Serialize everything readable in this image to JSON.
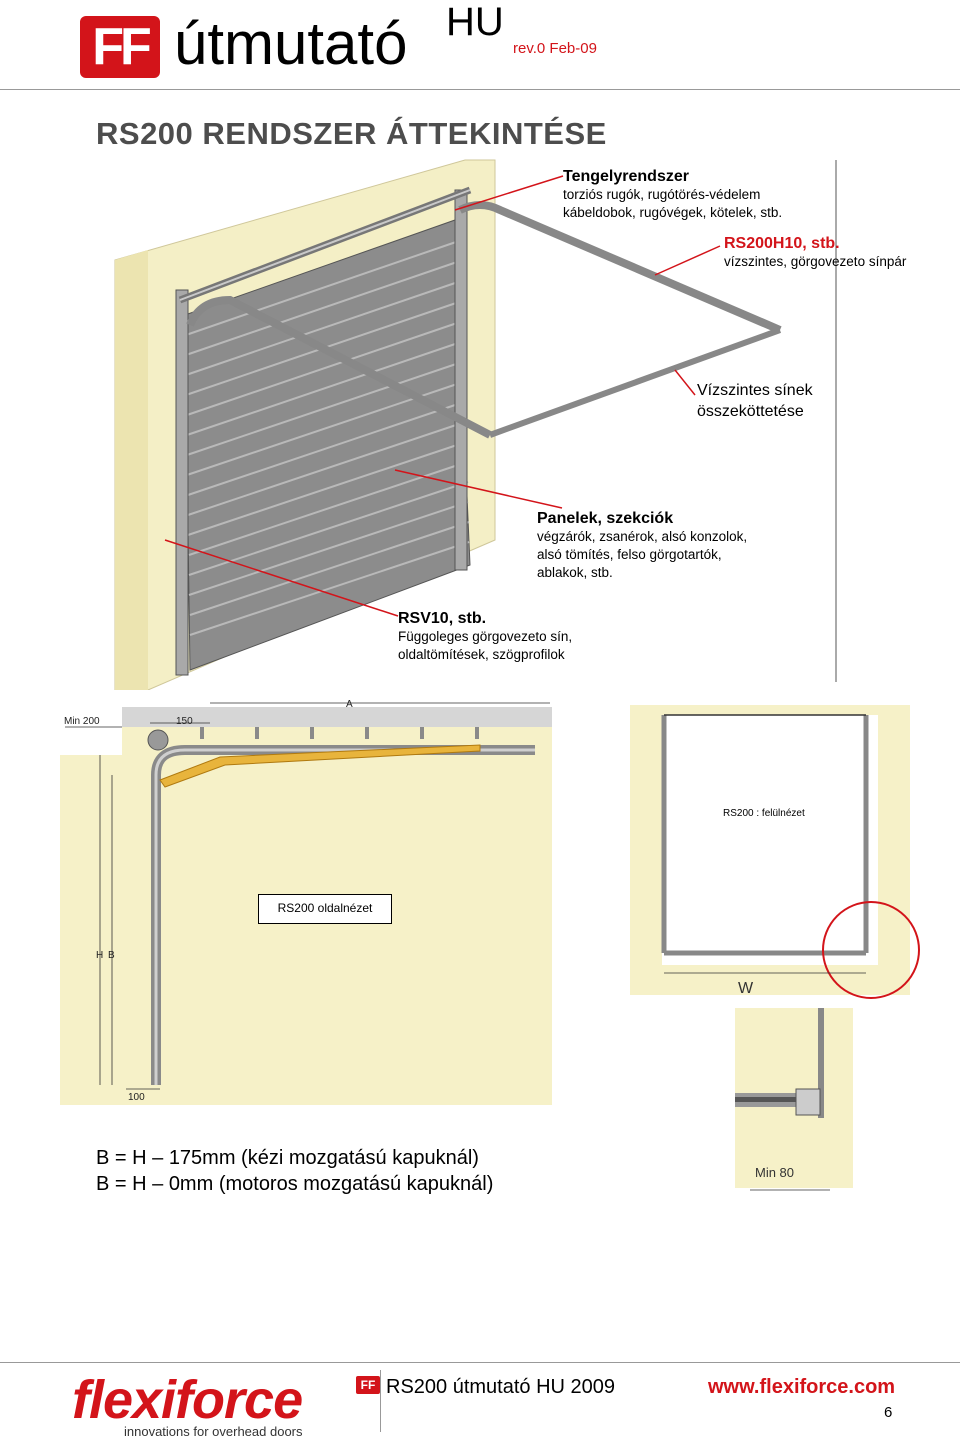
{
  "header": {
    "logo_text": "FF",
    "title": "útmutató",
    "lang": "HU",
    "revision": "rev.0 Feb-09"
  },
  "page_heading": "RS200 RENDSZER ÁTTEKINTÉSE",
  "labels": {
    "axle": {
      "title": "Tengelyrendszer",
      "lines": [
        "torziós rugók, rugótörés-védelem",
        "kábeldobok, rugóvégek, kötelek, stb."
      ]
    },
    "rs200h10": {
      "title": "RS200H10, stb.",
      "lines": [
        "vízszintes, görgovezeto sínpár"
      ]
    },
    "connection": {
      "line1": "Vízszintes sínek",
      "line2": "összeköttetése"
    },
    "panels": {
      "title": "Panelek, szekciók",
      "lines": [
        "végzárók, zsanérok, alsó konzolok,",
        "alsó tömítés, felso görgotartók,",
        "ablakok, stb."
      ]
    },
    "rsv10": {
      "title": "RSV10, stb.",
      "lines": [
        "Függoleges görgovezeto sín,",
        "oldaltömítések, szögprofilok"
      ]
    }
  },
  "side_view": {
    "label": "RS200 oldalnézet",
    "dim_min": "Min 200",
    "dim_150": "150",
    "dim_a": "A",
    "dim_h": "H",
    "dim_b": "B",
    "dim_100": "100"
  },
  "top_view": {
    "label": "RS200 : felülnézet",
    "dim_w": "W",
    "dim_min80": "Min 80"
  },
  "formulas": [
    "B = H – 175mm (kézi mozgatású kapuknál)",
    "B = H – 0mm (motoros mozgatású kapuknál)"
  ],
  "footer": {
    "brand": "flexiforce",
    "brand_badge": "FF",
    "tagline": "innovations for overhead doors",
    "title": "RS200 útmutató HU 2009",
    "url": "www.flexiforce.com",
    "page": "6"
  },
  "colors": {
    "accent": "#d3141a",
    "wall": "#f4efc6",
    "panel": "#8a8a8a"
  }
}
